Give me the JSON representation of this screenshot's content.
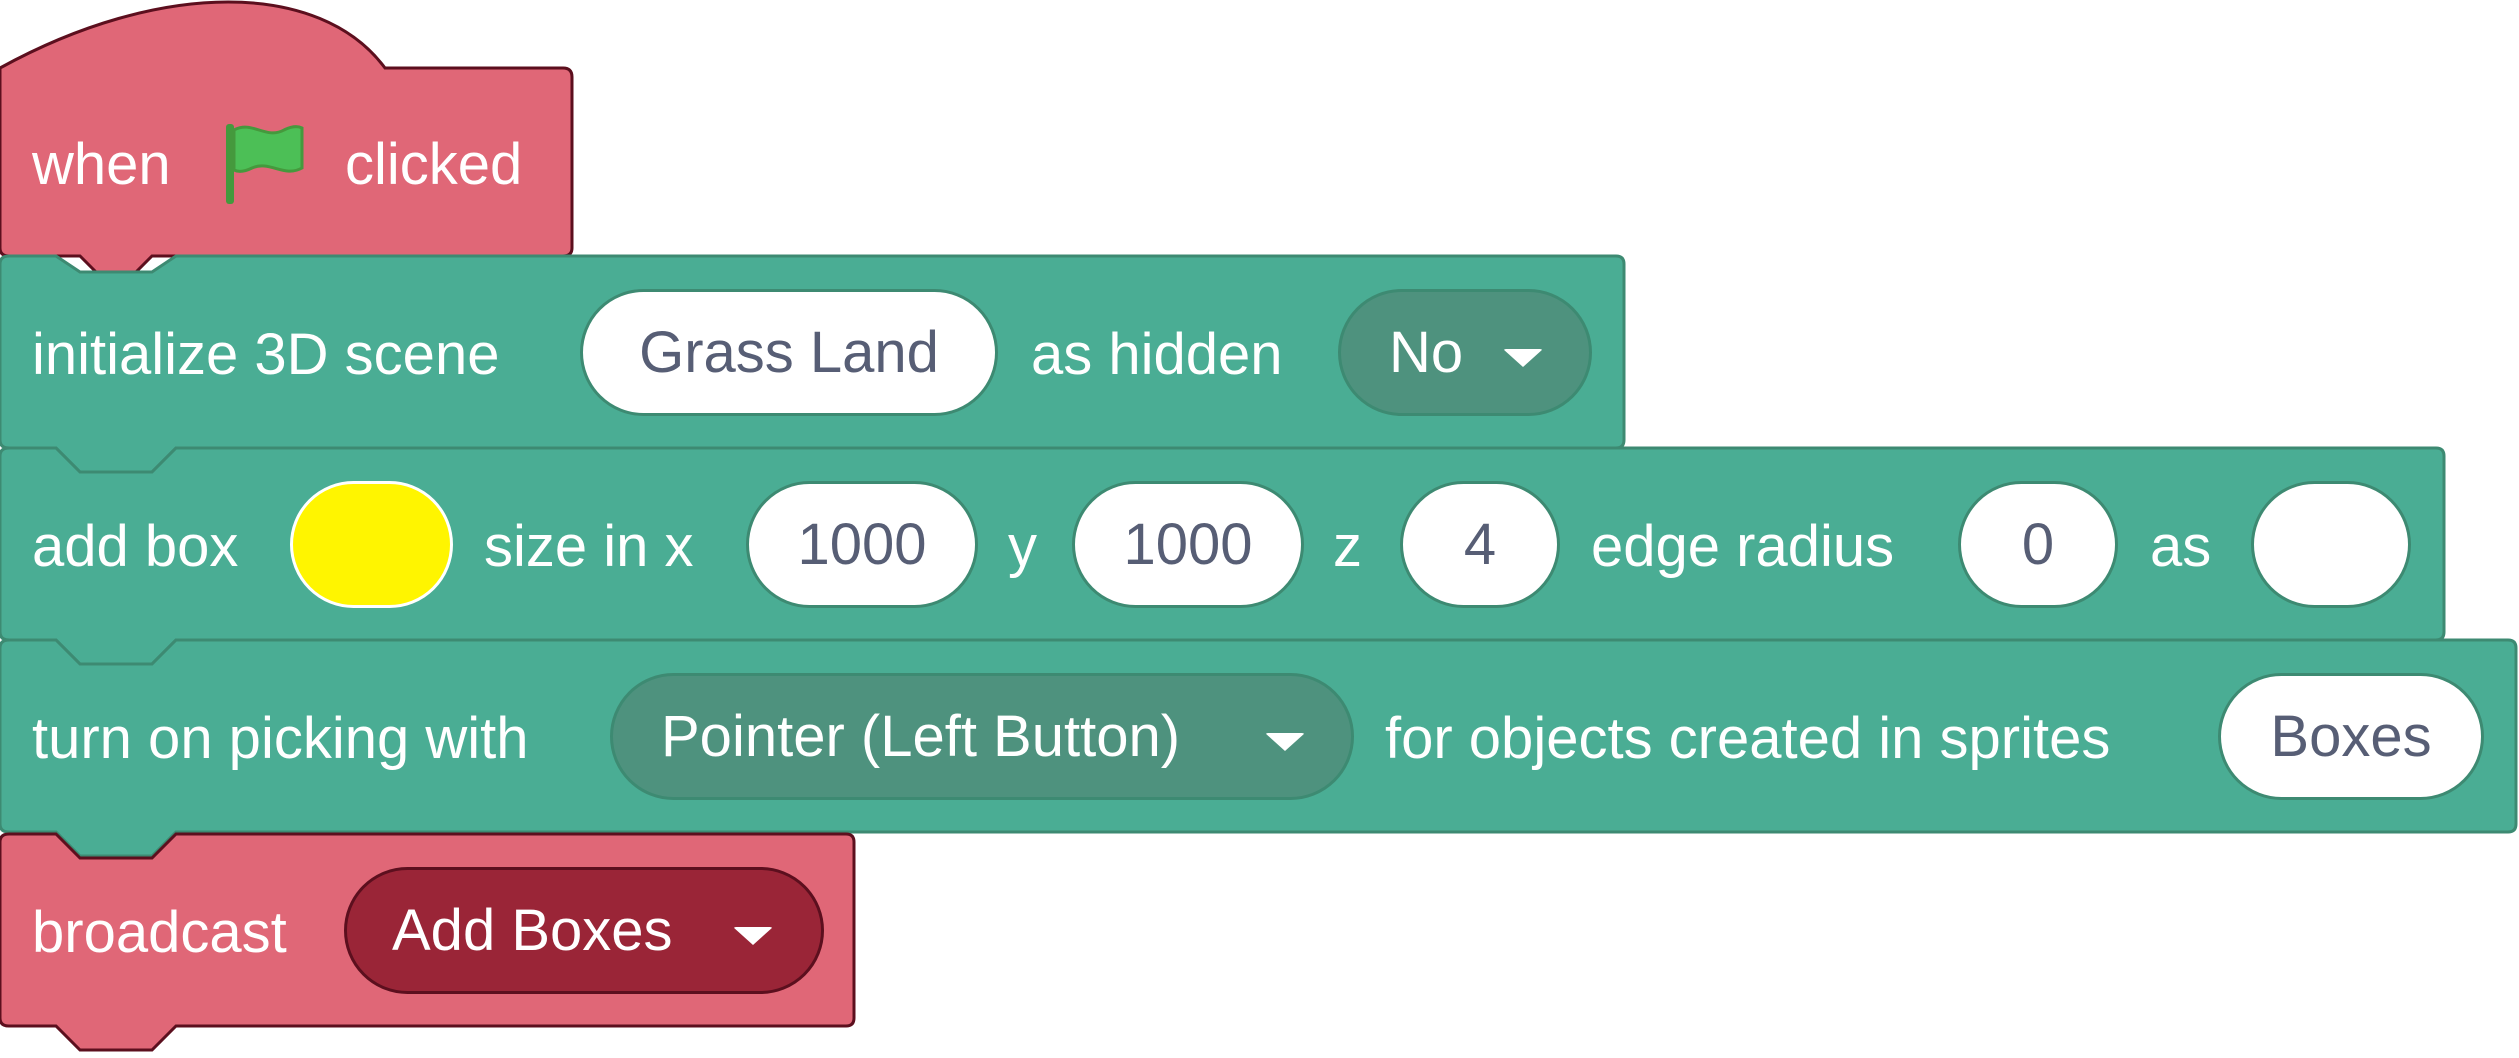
{
  "script": {
    "hat": {
      "label_before": "when",
      "icon": "green-flag-icon",
      "label_after": "clicked"
    },
    "init_scene": {
      "label": "initialize 3D scene",
      "scene_value": "Grass Land",
      "label2": "as hidden",
      "hidden_value": "No"
    },
    "add_box": {
      "label": "add box",
      "color": "#fff500",
      "label_size_x": "size in x",
      "x_value": "1000",
      "label_y": "y",
      "y_value": "1000",
      "label_z": "z",
      "z_value": "4",
      "label_edge": "edge radius",
      "edge_value": "0",
      "label_as": "as",
      "as_value": ""
    },
    "picking": {
      "label": "turn on picking with",
      "pointer_value": "Pointer (Left Button)",
      "label2": "for objects created in sprites",
      "sprites_value": "Boxes"
    },
    "broadcast": {
      "label": "broadcast",
      "message_value": "Add Boxes"
    }
  },
  "colors": {
    "event_block": "#e06777",
    "event_border": "#5c0f1e",
    "extension_block": "#4aad94",
    "extension_border": "#3d8a72",
    "flag": "#4cbf56"
  }
}
